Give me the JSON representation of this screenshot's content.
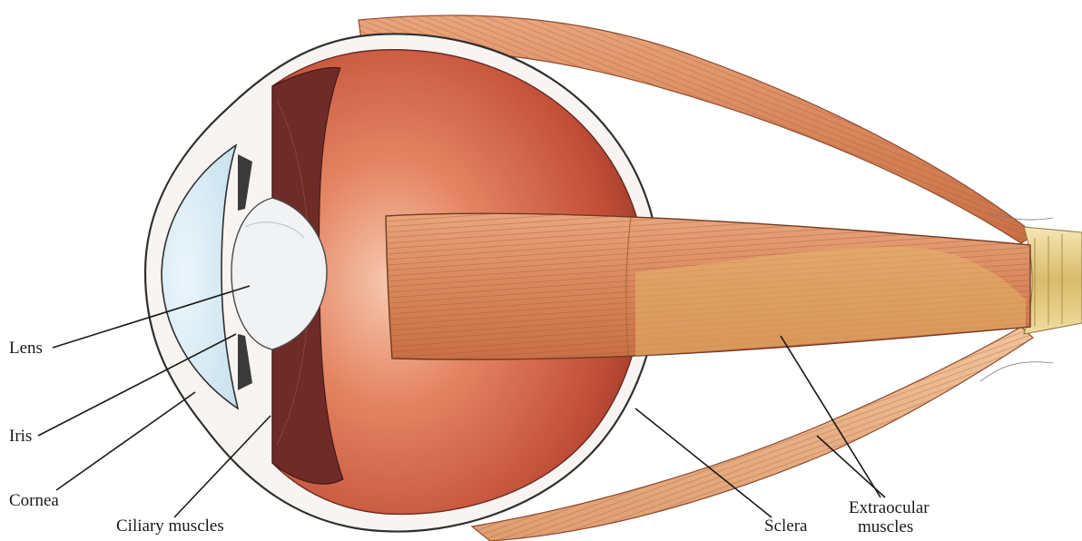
{
  "labels": {
    "lens": "Lens",
    "iris": "Iris",
    "cornea": "Cornea",
    "ciliary_muscles": "Ciliary muscles",
    "sclera": "Sclera",
    "extraocular_line1": "Extraocular",
    "extraocular_line2": "muscles"
  },
  "colors": {
    "sclera_outline": "#3a3a3a",
    "eyeball_inner": "#c8543c",
    "eyeball_highlight": "#f2b293",
    "muscle": "#d9946a",
    "muscle_light": "#f1c29f",
    "optic_nerve": "#e9cf8e",
    "cornea_fill": "#d9ecf6",
    "lens_fill": "#eef0f2",
    "iris_dark": "#6a2a2a",
    "leader_line": "#1a1a1a"
  }
}
